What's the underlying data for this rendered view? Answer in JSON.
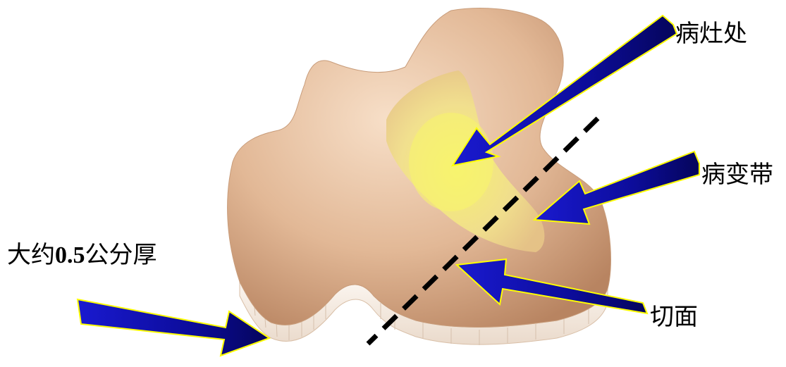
{
  "labels": {
    "lesion": "病灶处",
    "lesion_band": "病变带",
    "cut_surface": "切面",
    "thickness_prefix": "大约",
    "thickness_value": "0.5",
    "thickness_suffix": "公分厚"
  },
  "colors": {
    "tissue_light": "#f6dcc4",
    "tissue_mid": "#d7aa86",
    "tissue_dark": "#b98662",
    "lesion_yellow": "#f5f08a",
    "lesion_band": "#e9c783",
    "cut_edge": "#f7efe8",
    "arrow_blue": "#1515c8",
    "arrow_dark": "#050560",
    "arrow_outline": "#ffff00",
    "dashed_line": "#000000"
  }
}
